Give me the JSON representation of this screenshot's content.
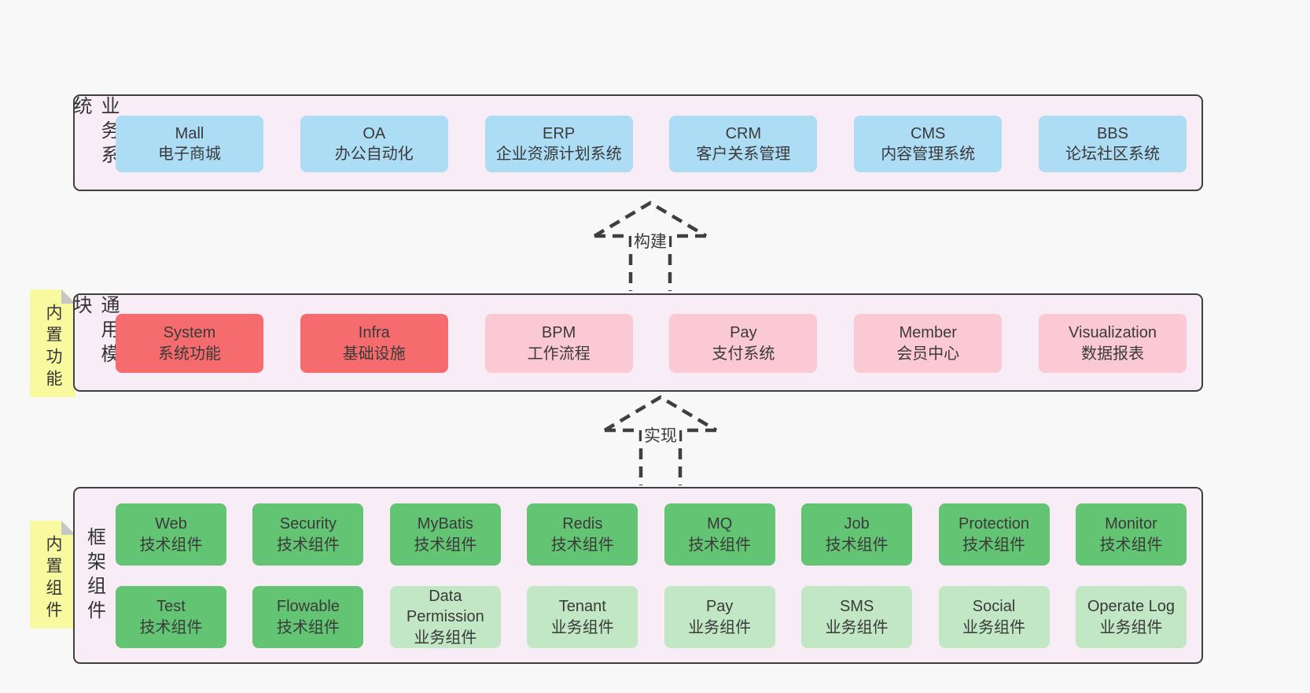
{
  "palette": {
    "page-bg": "#f8f8f8",
    "container-bg": "#f8edf6",
    "container-border": "#3f3f3f",
    "ink": "#3a3a3a",
    "blue": "#addcf5",
    "red": "#f56b6e",
    "pink": "#fbc9d3",
    "green": "#63c573",
    "light-green": "#c2e7c5",
    "note-yellow": "#f9f9a0",
    "note-fold": "#c6c6c6"
  },
  "layers": {
    "business": {
      "label": "业务系统",
      "boxes": [
        {
          "title": "Mall",
          "subtitle": "电子商城",
          "type": "blue"
        },
        {
          "title": "OA",
          "subtitle": "办公自动化",
          "type": "blue"
        },
        {
          "title": "ERP",
          "subtitle": "企业资源计划系统",
          "type": "blue"
        },
        {
          "title": "CRM",
          "subtitle": "客户关系管理",
          "type": "blue"
        },
        {
          "title": "CMS",
          "subtitle": "内容管理系统",
          "type": "blue"
        },
        {
          "title": "BBS",
          "subtitle": "论坛社区系统",
          "type": "blue"
        }
      ]
    },
    "modules": {
      "label": "通用模块",
      "note": "内置功能",
      "boxes": [
        {
          "title": "System",
          "subtitle": "系统功能",
          "type": "red"
        },
        {
          "title": "Infra",
          "subtitle": "基础设施",
          "type": "red"
        },
        {
          "title": "BPM",
          "subtitle": "工作流程",
          "type": "pink"
        },
        {
          "title": "Pay",
          "subtitle": "支付系统",
          "type": "pink"
        },
        {
          "title": "Member",
          "subtitle": "会员中心",
          "type": "pink"
        },
        {
          "title": "Visualization",
          "subtitle": "数据报表",
          "type": "pink"
        }
      ]
    },
    "framework": {
      "label": "框架组件",
      "note": "内置组件",
      "rows": [
        [
          {
            "title": "Web",
            "subtitle": "技术组件",
            "type": "green"
          },
          {
            "title": "Security",
            "subtitle": "技术组件",
            "type": "green"
          },
          {
            "title": "MyBatis",
            "subtitle": "技术组件",
            "type": "green"
          },
          {
            "title": "Redis",
            "subtitle": "技术组件",
            "type": "green"
          },
          {
            "title": "MQ",
            "subtitle": "技术组件",
            "type": "green"
          },
          {
            "title": "Job",
            "subtitle": "技术组件",
            "type": "green"
          },
          {
            "title": "Protection",
            "subtitle": "技术组件",
            "type": "green"
          },
          {
            "title": "Monitor",
            "subtitle": "技术组件",
            "type": "green"
          }
        ],
        [
          {
            "title": "Test",
            "subtitle": "技术组件",
            "type": "green"
          },
          {
            "title": "Flowable",
            "subtitle": "技术组件",
            "type": "green"
          },
          {
            "title": "Data Permission",
            "subtitle": "业务组件",
            "type": "light-green"
          },
          {
            "title": "Tenant",
            "subtitle": "业务组件",
            "type": "light-green"
          },
          {
            "title": "Pay",
            "subtitle": "业务组件",
            "type": "light-green"
          },
          {
            "title": "SMS",
            "subtitle": "业务组件",
            "type": "light-green"
          },
          {
            "title": "Social",
            "subtitle": "业务组件",
            "type": "light-green"
          },
          {
            "title": "Operate Log",
            "subtitle": "业务组件",
            "type": "light-green"
          }
        ]
      ]
    }
  },
  "arrows": {
    "build": {
      "label": "构建",
      "direction": "up"
    },
    "implement": {
      "label": "实现",
      "direction": "up"
    }
  }
}
